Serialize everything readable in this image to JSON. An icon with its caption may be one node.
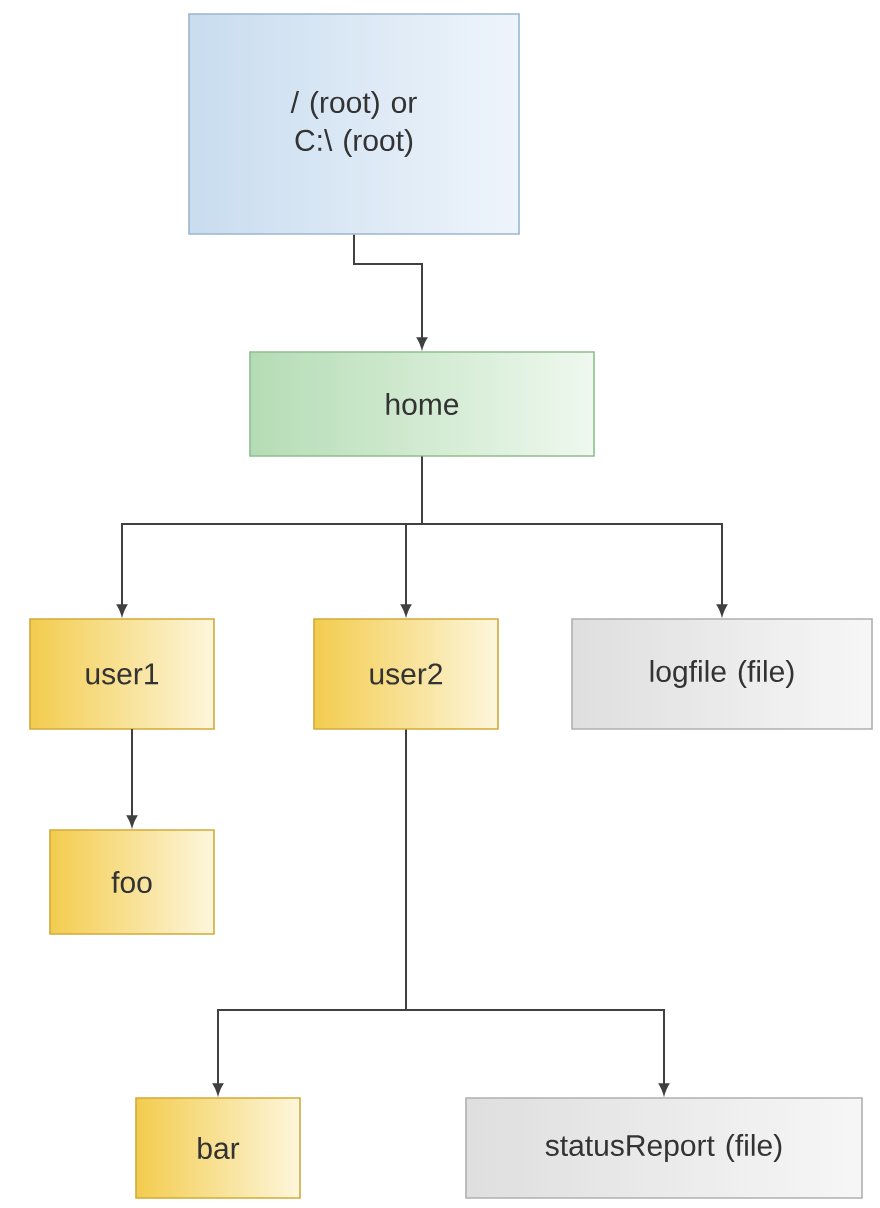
{
  "diagram": {
    "nodes": [
      {
        "text": [
          "/ (root) or C:\\ (root)"
        ]
      },
      {
        "text": [
          "home"
        ]
      },
      {
        "text": [
          "user1"
        ]
      },
      {
        "text": [
          "user2"
        ]
      },
      {
        "text": [
          "logfile (file)"
        ]
      },
      {
        "text": [
          "foo"
        ]
      },
      {
        "text": [
          "bar"
        ]
      },
      {
        "text": [
          "statusReport (file)"
        ]
      }
    ],
    "edges": [
      {
        "from": 0,
        "to": 1,
        "arrow": "to"
      },
      {
        "from": 1,
        "to": 2,
        "arrow": "to"
      },
      {
        "from": 1,
        "to": 3,
        "arrow": "to"
      },
      {
        "from": 1,
        "to": 4,
        "arrow": "to"
      },
      {
        "from": 2,
        "to": 5,
        "arrow": "to"
      },
      {
        "from": 3,
        "to": 6,
        "arrow": "to"
      },
      {
        "from": 3,
        "to": 7,
        "arrow": "to"
      }
    ]
  }
}
